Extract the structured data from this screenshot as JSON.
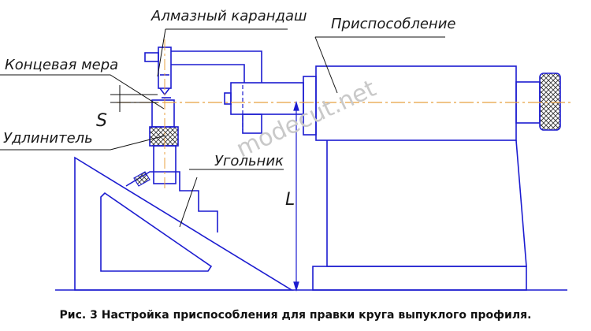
{
  "labels": {
    "pencil": "Алмазный карандаш",
    "fixture": "Приспособление",
    "gauge": "Концевая мера",
    "s_dim": "S",
    "extender": "Удлинитель",
    "angle": "Угольник",
    "l_dim": "L"
  },
  "watermark": "modecut.net",
  "caption": "Рис. 3 Настройка приспособления для правки круга выпуклого профиля.",
  "colors": {
    "line": "#1c1cd0",
    "axis": "#e8a040",
    "leader": "#111111",
    "hatch": "#333333"
  }
}
